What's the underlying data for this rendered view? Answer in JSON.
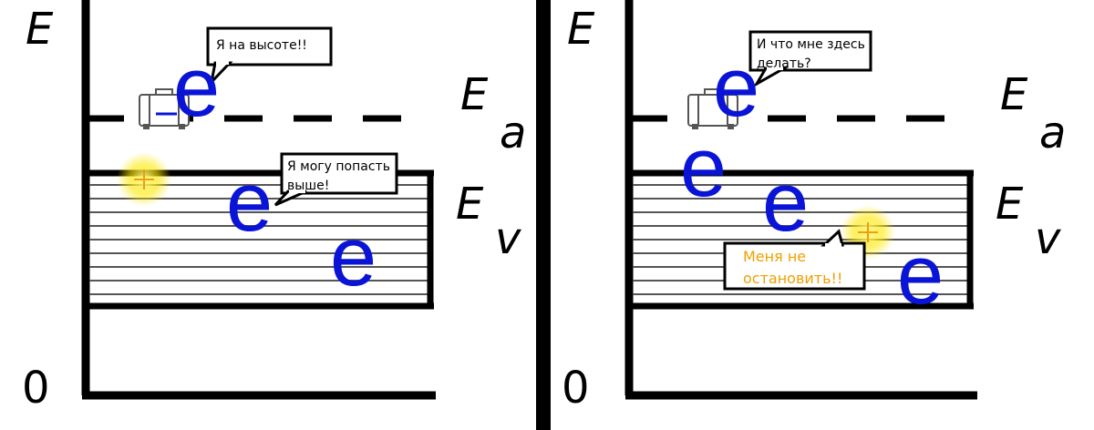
{
  "panels": [
    {
      "axis_label": "E",
      "zero_label": "0",
      "level_a_label": "E",
      "level_a_sub": "a",
      "level_v_label": "E",
      "level_v_sub": "v",
      "electron_glyph": "e",
      "bubbles": {
        "top": "Я на высоте!!",
        "band": "Я могу попасть выше!"
      },
      "hole_icon": "hole-plus-icon",
      "suitcase_icon": "suitcase-icon"
    },
    {
      "axis_label": "E",
      "zero_label": "0",
      "level_a_label": "E",
      "level_a_sub": "a",
      "level_v_label": "E",
      "level_v_sub": "v",
      "electron_glyph": "e",
      "bubbles": {
        "top": "И что мне здесь делать?",
        "hole": "Меня не остановить!!"
      },
      "hole_icon": "hole-plus-icon",
      "suitcase_icon": "suitcase-icon"
    }
  ],
  "colors": {
    "electron": "#0a14d6",
    "hole_text": "#f0a000",
    "hole_glow": "#ffe800",
    "lines": "#000000"
  }
}
